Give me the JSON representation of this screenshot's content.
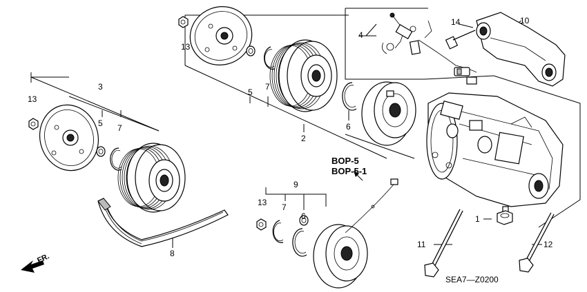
{
  "diagram": {
    "callouts": {
      "n1": "1",
      "n2": "2",
      "n3": "3",
      "n4": "4",
      "n5a": "5",
      "n5b": "5",
      "n6a": "6",
      "n6b": "6",
      "n7a": "7",
      "n7b": "7",
      "n7c": "7",
      "n8": "8",
      "n9": "9",
      "n10": "10",
      "n11": "11",
      "n12": "12",
      "n13a": "13",
      "n13b": "13",
      "n13c": "13",
      "n14": "14"
    },
    "references": [
      "BOP-5",
      "BOP-5-1"
    ],
    "direction_label": "FR.",
    "diagram_code": "SEA7—Z0200"
  }
}
